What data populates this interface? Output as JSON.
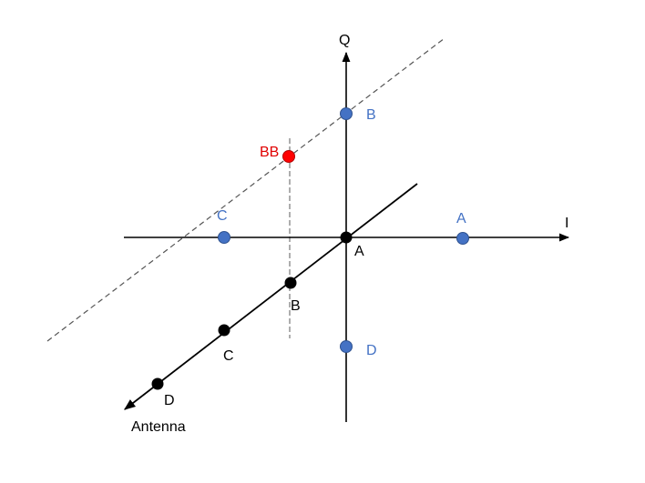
{
  "axes": {
    "i_label": "I",
    "q_label": "Q"
  },
  "antenna": {
    "label": "Antenna",
    "points": [
      {
        "id": "A",
        "label": "A"
      },
      {
        "id": "B",
        "label": "B"
      },
      {
        "id": "C",
        "label": "C"
      },
      {
        "id": "D",
        "label": "D"
      }
    ]
  },
  "constellation": {
    "points": [
      {
        "id": "A",
        "label": "A"
      },
      {
        "id": "B",
        "label": "B"
      },
      {
        "id": "C",
        "label": "C"
      },
      {
        "id": "D",
        "label": "D"
      }
    ]
  },
  "projection": {
    "label": "BB"
  },
  "colors": {
    "black": "#000000",
    "blue_point": "#4472c4",
    "blue_point_stroke": "#2f528f",
    "red_point": "#ff0000",
    "red_label": "#e00000",
    "dashed": "#555555"
  }
}
